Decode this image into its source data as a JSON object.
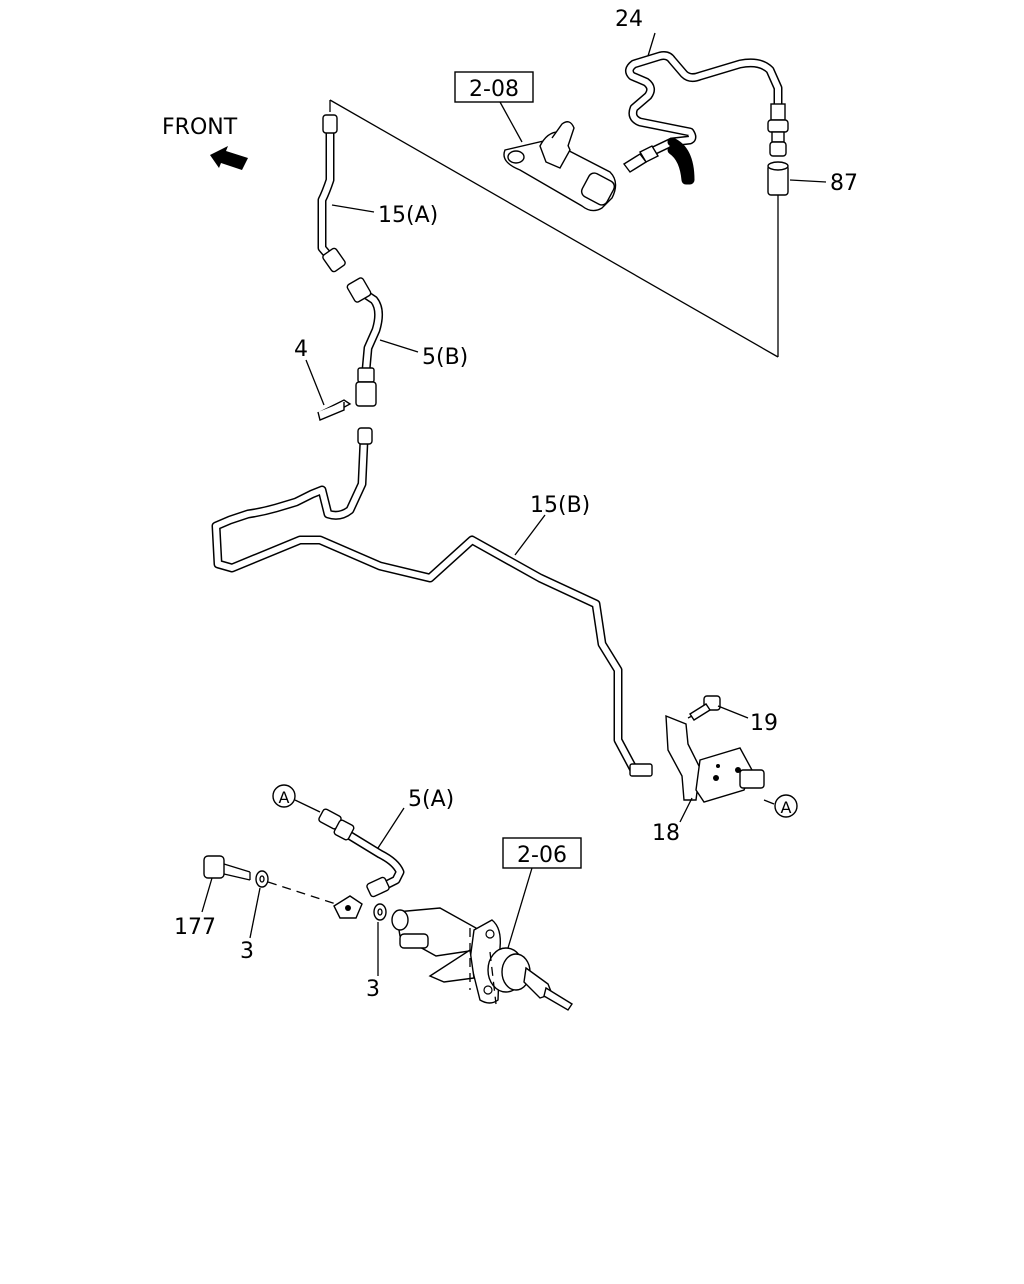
{
  "front_label": "FRONT",
  "callouts": {
    "p24": "24",
    "p87": "87",
    "p15a": "15(A)",
    "p5b": "5(B)",
    "p4": "4",
    "p15b": "15(B)",
    "p19": "19",
    "p18": "18",
    "p5a": "5(A)",
    "p177": "177",
    "p3_left": "3",
    "p3_lower": "3"
  },
  "refs": {
    "top": "2-08",
    "bottom": "2-06"
  },
  "connectors": {
    "left": "A",
    "right": "A"
  }
}
